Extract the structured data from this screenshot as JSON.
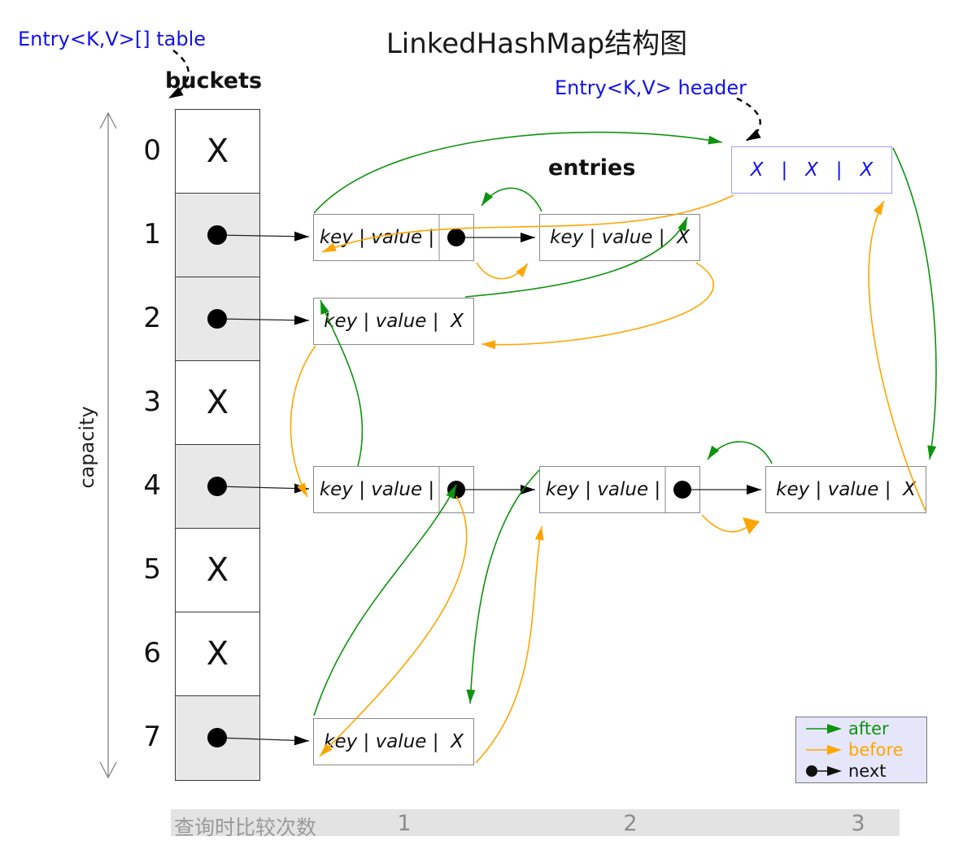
{
  "title": "LinkedHashMap结构图",
  "annotations": {
    "table_ref": "Entry<K,V>[] table",
    "header_ref": "Entry<K,V> header",
    "buckets_label": "buckets",
    "entries_label": "entries",
    "capacity_label": "capacity"
  },
  "bucket_array": {
    "cells": [
      {
        "index": "0",
        "content": "X"
      },
      {
        "index": "1",
        "content": ""
      },
      {
        "index": "2",
        "content": ""
      },
      {
        "index": "3",
        "content": "X"
      },
      {
        "index": "4",
        "content": ""
      },
      {
        "index": "5",
        "content": "X"
      },
      {
        "index": "6",
        "content": "X"
      },
      {
        "index": "7",
        "content": ""
      }
    ]
  },
  "entry_nodes": {
    "header": {
      "text": "X   |   X   |   X"
    },
    "e1a": {
      "text": "key | value |"
    },
    "e1b": {
      "text": "key | value |  X"
    },
    "e2": {
      "text": "key | value |  X"
    },
    "e4a": {
      "text": "key | value |"
    },
    "e4b": {
      "text": "key | value |"
    },
    "e4c": {
      "text": "key | value |  X"
    },
    "e7": {
      "text": "key | value |  X"
    }
  },
  "legend": {
    "items": [
      {
        "label": "after",
        "color": "#0f930f"
      },
      {
        "label": "before",
        "color": "#ffa500"
      },
      {
        "label": "next",
        "color": "#111111"
      }
    ]
  },
  "footer": {
    "label": "查询时比较次数",
    "counts": [
      "1",
      "2",
      "3"
    ]
  },
  "colors": {
    "after_green": "#0f930f",
    "before_orange": "#ffa500",
    "reference_blue": "#1212ee",
    "bucket_gray": "#e8e8e8",
    "legend_lavender": "#e6e6fa",
    "footer_gray": "#e3e3e3"
  }
}
